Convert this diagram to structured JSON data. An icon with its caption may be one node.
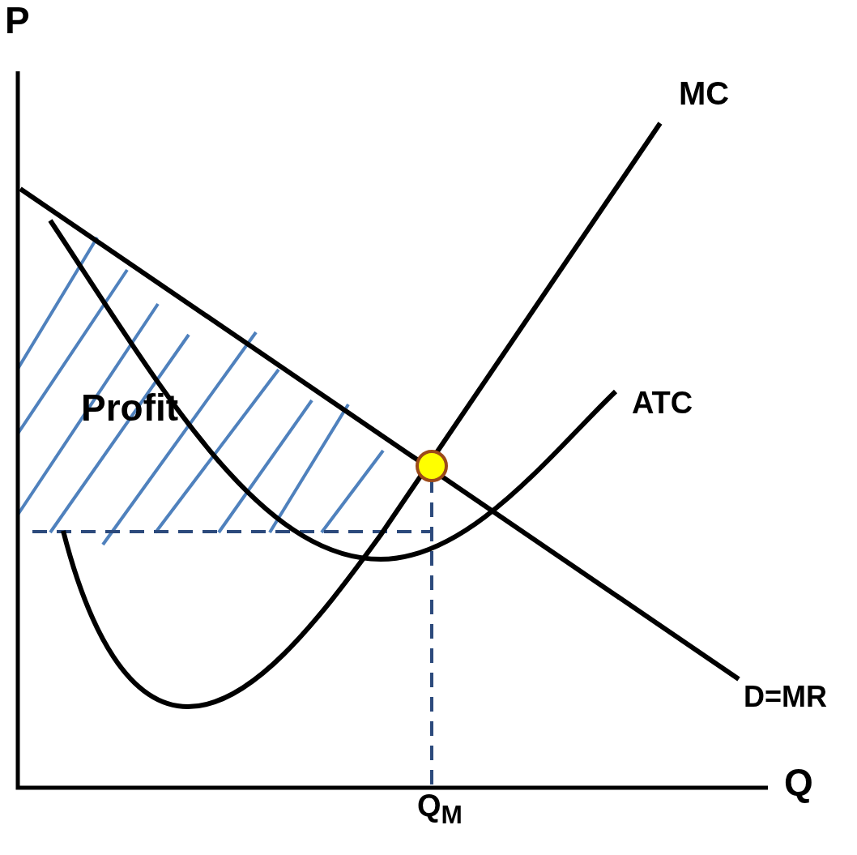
{
  "diagram": {
    "labels": [
      "P",
      "MC",
      "Profit",
      "ATC",
      "D=MR",
      "Q",
      "Q$_{M}$"
    ]
  }
}
